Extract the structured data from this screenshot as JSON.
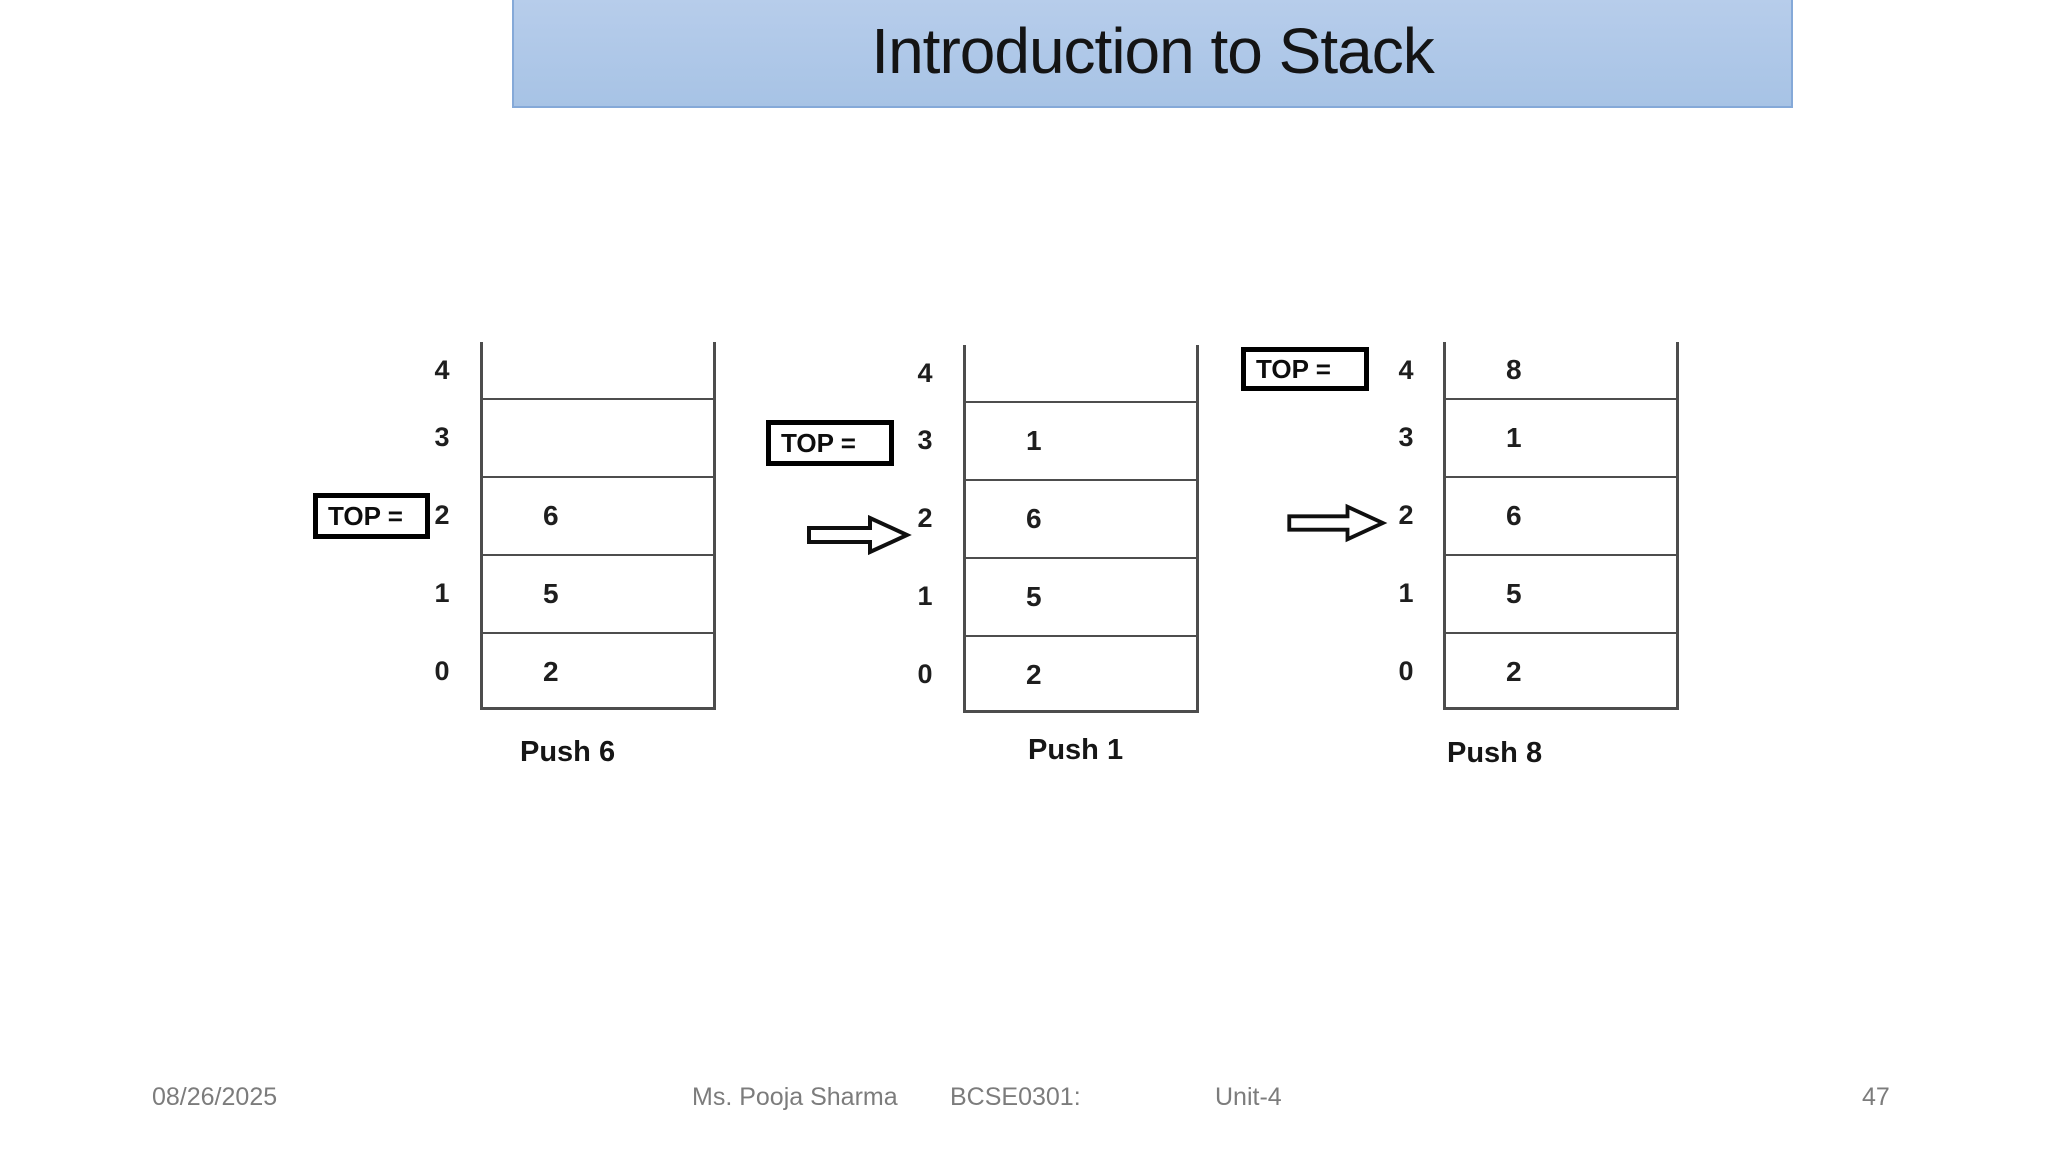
{
  "slide": {
    "title": "Introduction to Stack",
    "footer": {
      "date": "08/26/2025",
      "author": "Ms. Pooja Sharma",
      "course": "BCSE0301:",
      "unit": "Unit-4",
      "page": "47"
    }
  },
  "diagram": {
    "stacks": [
      {
        "top_box": "TOP =",
        "indices": [
          "4",
          "3",
          "2",
          "1",
          "0"
        ],
        "cells": [
          "",
          "",
          "6",
          "5",
          "2"
        ],
        "caption": "Push 6"
      },
      {
        "top_box": "TOP =",
        "indices": [
          "4",
          "3",
          "2",
          "1",
          "0"
        ],
        "cells": [
          "",
          "1",
          "6",
          "5",
          "2"
        ],
        "caption": "Push 1"
      },
      {
        "top_box": "TOP =",
        "indices": [
          "4",
          "3",
          "2",
          "1",
          "0"
        ],
        "cells": [
          "8",
          "1",
          "6",
          "5",
          "2"
        ],
        "caption": "Push 8"
      }
    ]
  }
}
